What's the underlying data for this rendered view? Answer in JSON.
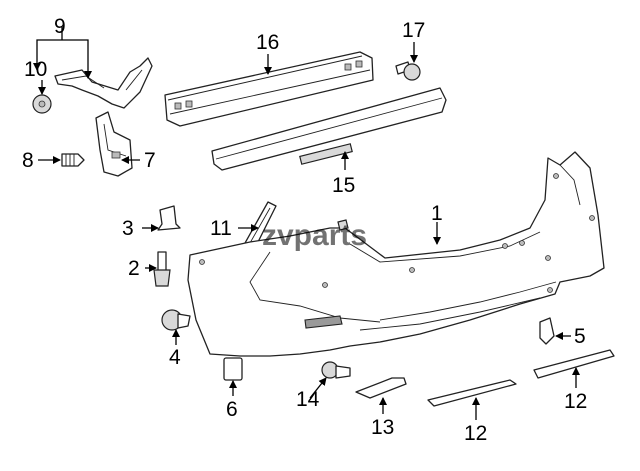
{
  "watermark": "zvparts",
  "callouts": [
    {
      "id": "callout-1",
      "label": "1"
    },
    {
      "id": "callout-2",
      "label": "2"
    },
    {
      "id": "callout-3",
      "label": "3"
    },
    {
      "id": "callout-4",
      "label": "4"
    },
    {
      "id": "callout-5",
      "label": "5"
    },
    {
      "id": "callout-6",
      "label": "6"
    },
    {
      "id": "callout-7",
      "label": "7"
    },
    {
      "id": "callout-8",
      "label": "8"
    },
    {
      "id": "callout-9",
      "label": "9"
    },
    {
      "id": "callout-10",
      "label": "10"
    },
    {
      "id": "callout-11",
      "label": "11"
    },
    {
      "id": "callout-12a",
      "label": "12"
    },
    {
      "id": "callout-12b",
      "label": "12"
    },
    {
      "id": "callout-13",
      "label": "13"
    },
    {
      "id": "callout-14",
      "label": "14"
    },
    {
      "id": "callout-15",
      "label": "15"
    },
    {
      "id": "callout-16",
      "label": "16"
    },
    {
      "id": "callout-17",
      "label": "17"
    }
  ]
}
